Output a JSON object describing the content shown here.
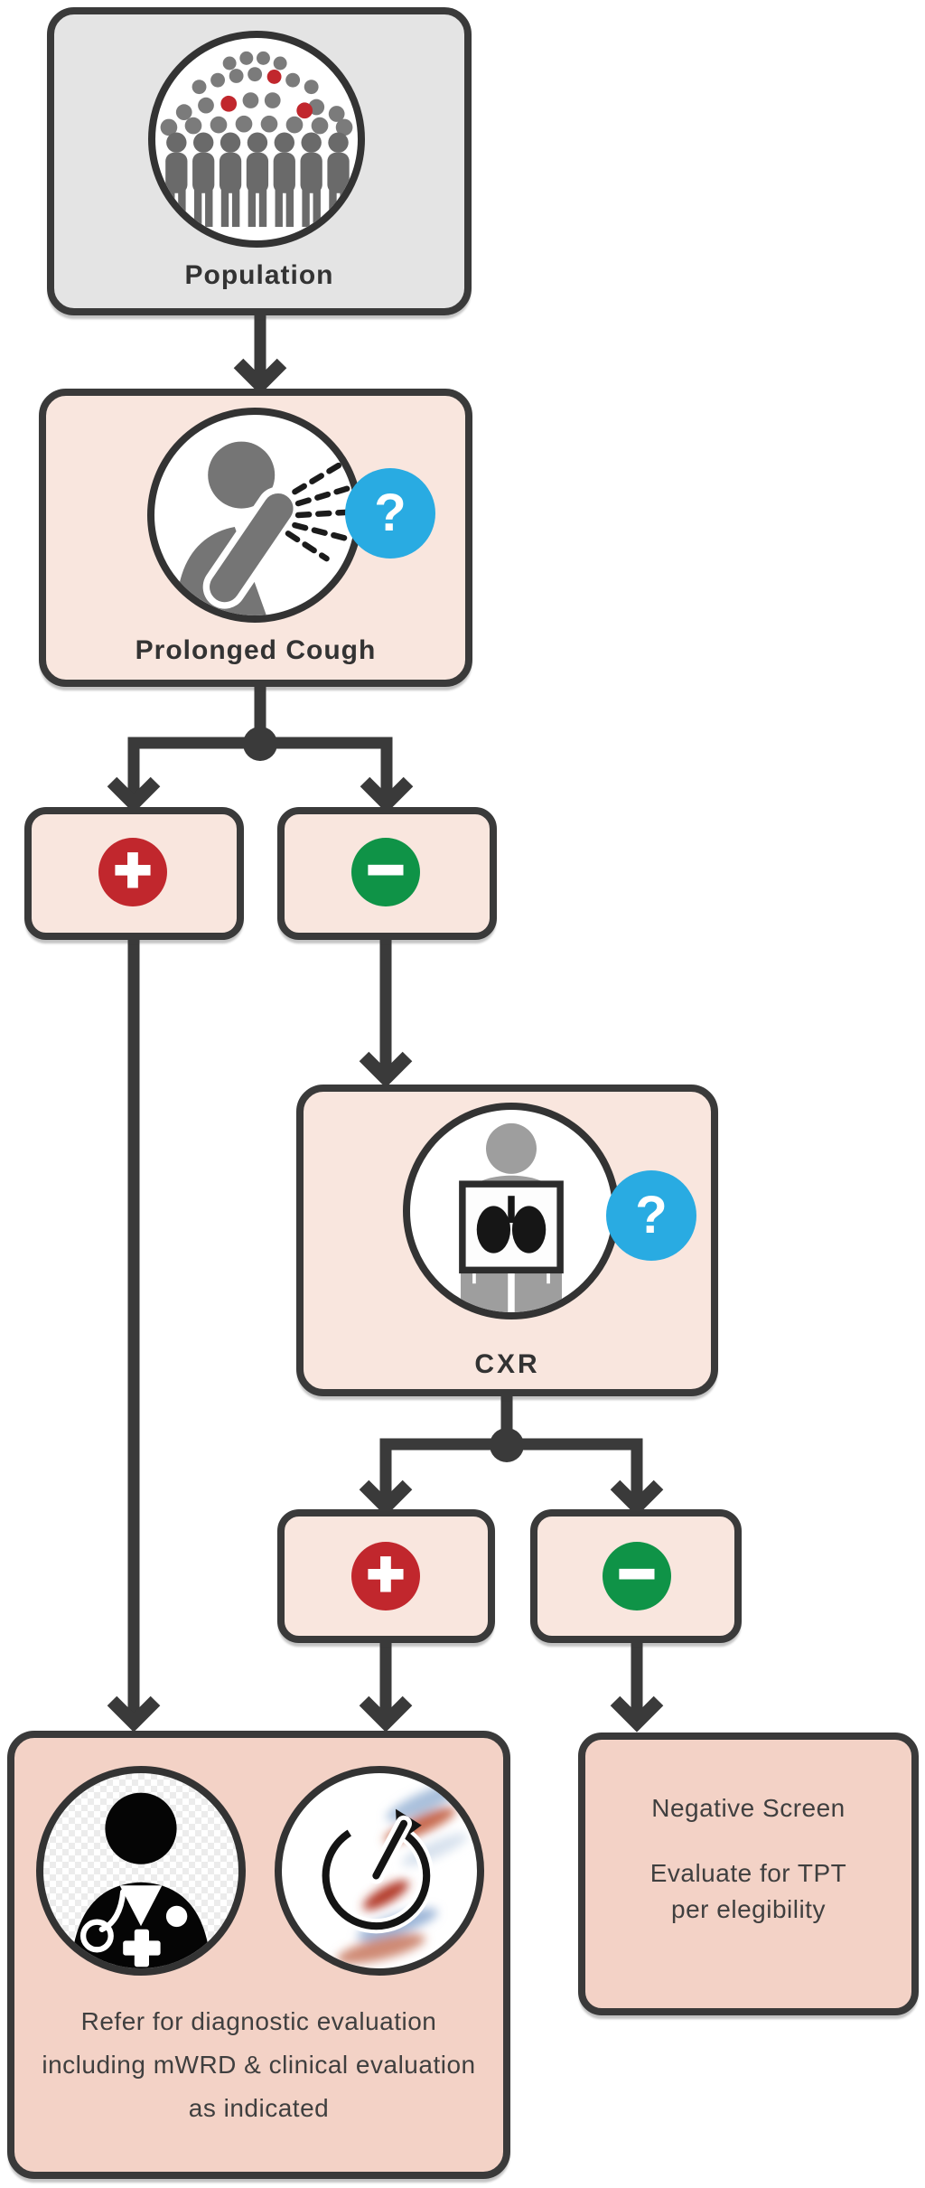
{
  "colors": {
    "border": "#3a3a3a",
    "line": "#3a3a3a",
    "peach": "#f9e6de",
    "salmon": "#f3d2c6",
    "gray": "#e4e4e4",
    "red": "#c1272d",
    "green": "#0f9347",
    "blue": "#29abe2",
    "text": "#3f3f3f",
    "label": "#333333"
  },
  "icons": {
    "population": "crowd-icon",
    "cough": "coughing-person-icon",
    "cxr": "chest-xray-icon",
    "refer_left": "doctor-icon",
    "refer_right": "molecular-test-icon",
    "badges": "question-mark-badge"
  },
  "nodes": {
    "population": {
      "label": "Population"
    },
    "cough": {
      "label": "Prolonged Cough",
      "badge": "?"
    },
    "cough_positive": {
      "symbol": "+"
    },
    "cough_negative": {
      "symbol": "−"
    },
    "cxr": {
      "label": "CXR",
      "badge": "?"
    },
    "cxr_positive": {
      "symbol": "+"
    },
    "cxr_negative": {
      "symbol": "−"
    },
    "refer": {
      "lines": [
        "Refer for diagnostic evaluation",
        "including mWRD & clinical evaluation",
        "as indicated"
      ]
    },
    "negative_screen": {
      "lines": [
        "Negative Screen",
        "Evaluate for TPT",
        "per elegibility"
      ]
    }
  }
}
